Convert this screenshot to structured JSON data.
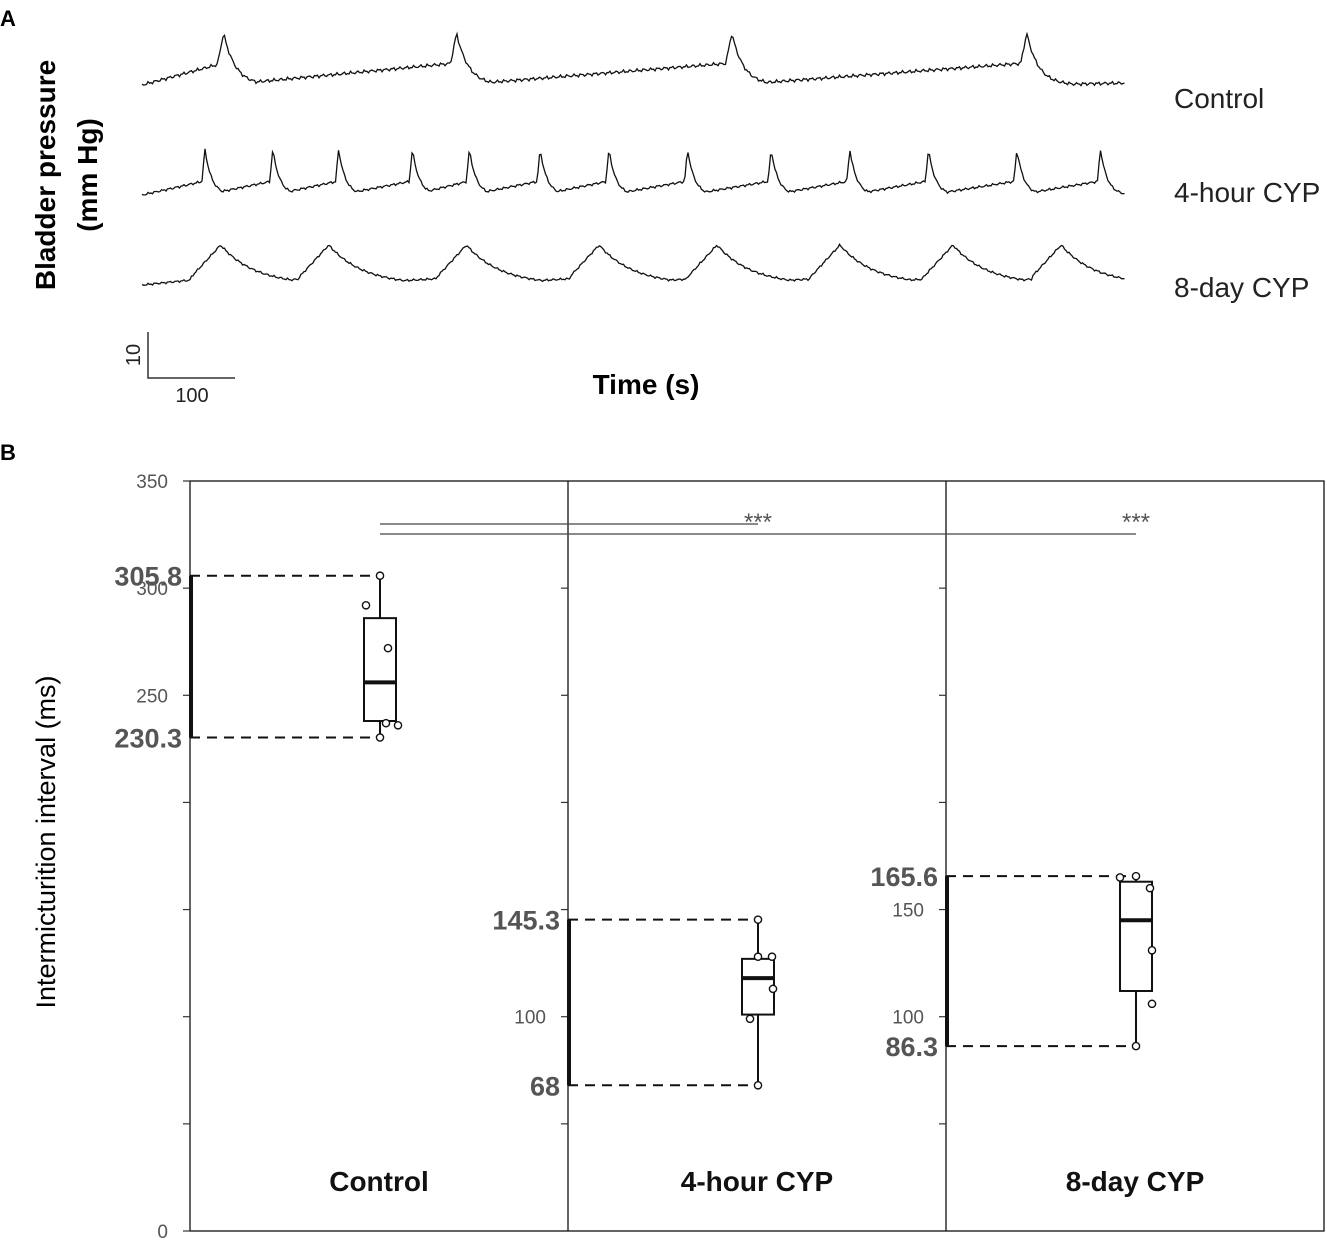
{
  "panel_a": {
    "letter": "A",
    "y_axis_title_line1": "Bladder pressure",
    "y_axis_title_line2": "(mm Hg)",
    "x_axis_title": "Time (s)",
    "scale_bar": {
      "vertical_label": "10",
      "horizontal_label": "100"
    },
    "traces": [
      {
        "name": "Control",
        "peaks": [
          0.083,
          0.32,
          0.6,
          0.9
        ]
      },
      {
        "name": "4-hour CYP",
        "peaks": [
          0.064,
          0.133,
          0.2,
          0.275,
          0.333,
          0.405,
          0.475,
          0.555,
          0.64,
          0.72,
          0.8,
          0.89,
          0.975
        ]
      },
      {
        "name": "8-day CYP",
        "peaks": [
          0.08,
          0.19,
          0.33,
          0.465,
          0.585,
          0.71,
          0.825,
          0.935
        ]
      }
    ]
  },
  "panel_b": {
    "letter": "B",
    "chart_data": {
      "type": "box",
      "ylabel": "Intermicturition interval (ms)",
      "ylim": [
        0,
        350
      ],
      "yticks": [
        0,
        50,
        100,
        150,
        200,
        250,
        300,
        350
      ],
      "ytick_labels": [
        "0",
        "",
        "",
        "",
        "",
        "250",
        "300",
        "350"
      ],
      "panel_tick_labels": [
        [
          "100"
        ],
        [
          "100",
          "150"
        ]
      ],
      "categories": [
        "Control",
        "4-hour CYP",
        "8-day CYP"
      ],
      "series": [
        {
          "category": "Control",
          "min": 230.3,
          "q1": 238,
          "median": 256,
          "q3": 286,
          "max": 305.8,
          "range_labels": [
            "305.8",
            "230.3"
          ],
          "points": [
            305.8,
            292,
            272,
            237,
            236,
            230.3
          ]
        },
        {
          "category": "4-hour CYP",
          "min": 68,
          "q1": 101,
          "median": 118,
          "q3": 127,
          "max": 145.3,
          "range_labels": [
            "145.3",
            "68"
          ],
          "points": [
            145.3,
            128,
            128,
            113,
            99,
            68
          ]
        },
        {
          "category": "8-day CYP",
          "min": 86.3,
          "q1": 112,
          "median": 145,
          "q3": 163,
          "max": 165.6,
          "range_labels": [
            "165.6",
            "86.3"
          ],
          "points": [
            165.6,
            165,
            160,
            131,
            106,
            86.3
          ]
        }
      ],
      "significance": [
        {
          "from": "Control",
          "to": "4-hour CYP",
          "label": "***"
        },
        {
          "from": "Control",
          "to": "8-day CYP",
          "label": "***"
        }
      ]
    }
  }
}
